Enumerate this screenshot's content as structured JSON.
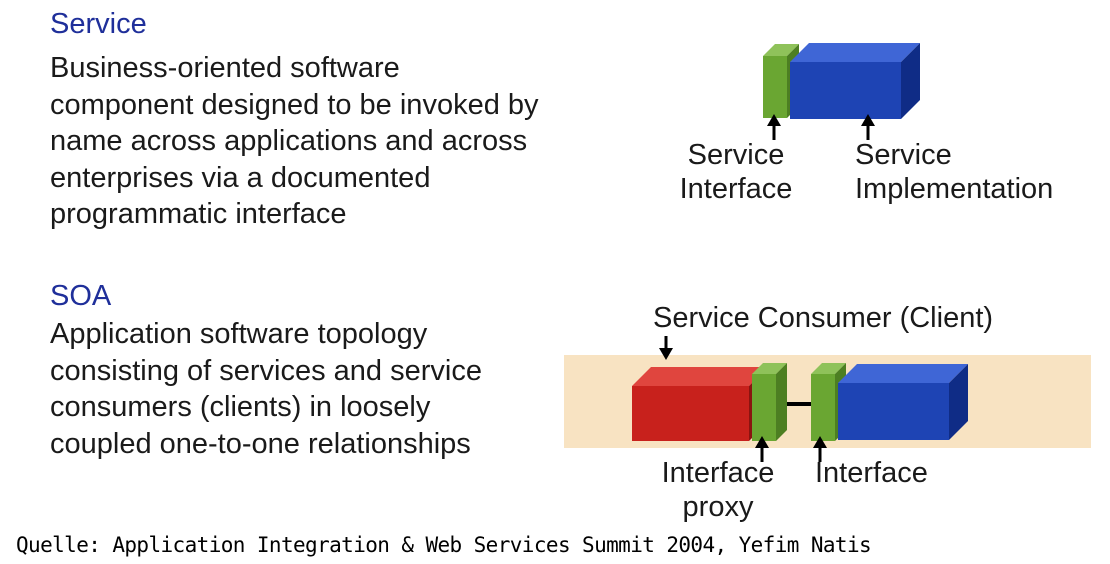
{
  "service": {
    "heading": "Service",
    "lines": [
      "Business-oriented software",
      "component designed to be invoked by",
      "name across applications and across",
      "enterprises via a documented",
      "programmatic interface"
    ],
    "diagram": {
      "interface_label": [
        "Service",
        "Interface"
      ],
      "implementation_label": [
        "Service",
        "Implementation"
      ]
    }
  },
  "soa": {
    "heading": "SOA",
    "lines": [
      "Application software topology",
      "consisting of services and service",
      "consumers (clients) in loosely",
      "coupled one-to-one relationships"
    ],
    "diagram": {
      "consumer_label": "Service Consumer (Client)",
      "proxy_label": [
        "Interface",
        "proxy"
      ],
      "interface_label": "Interface"
    }
  },
  "source": "Quelle: Application Integration & Web Services Summit 2004, Yefim Natis",
  "colors": {
    "heading": "#1f2f9a",
    "interface_green": "#6aa632",
    "implementation_blue": "#1e44b4",
    "consumer_red": "#c8211c",
    "band_beige": "#f8e3c2"
  }
}
